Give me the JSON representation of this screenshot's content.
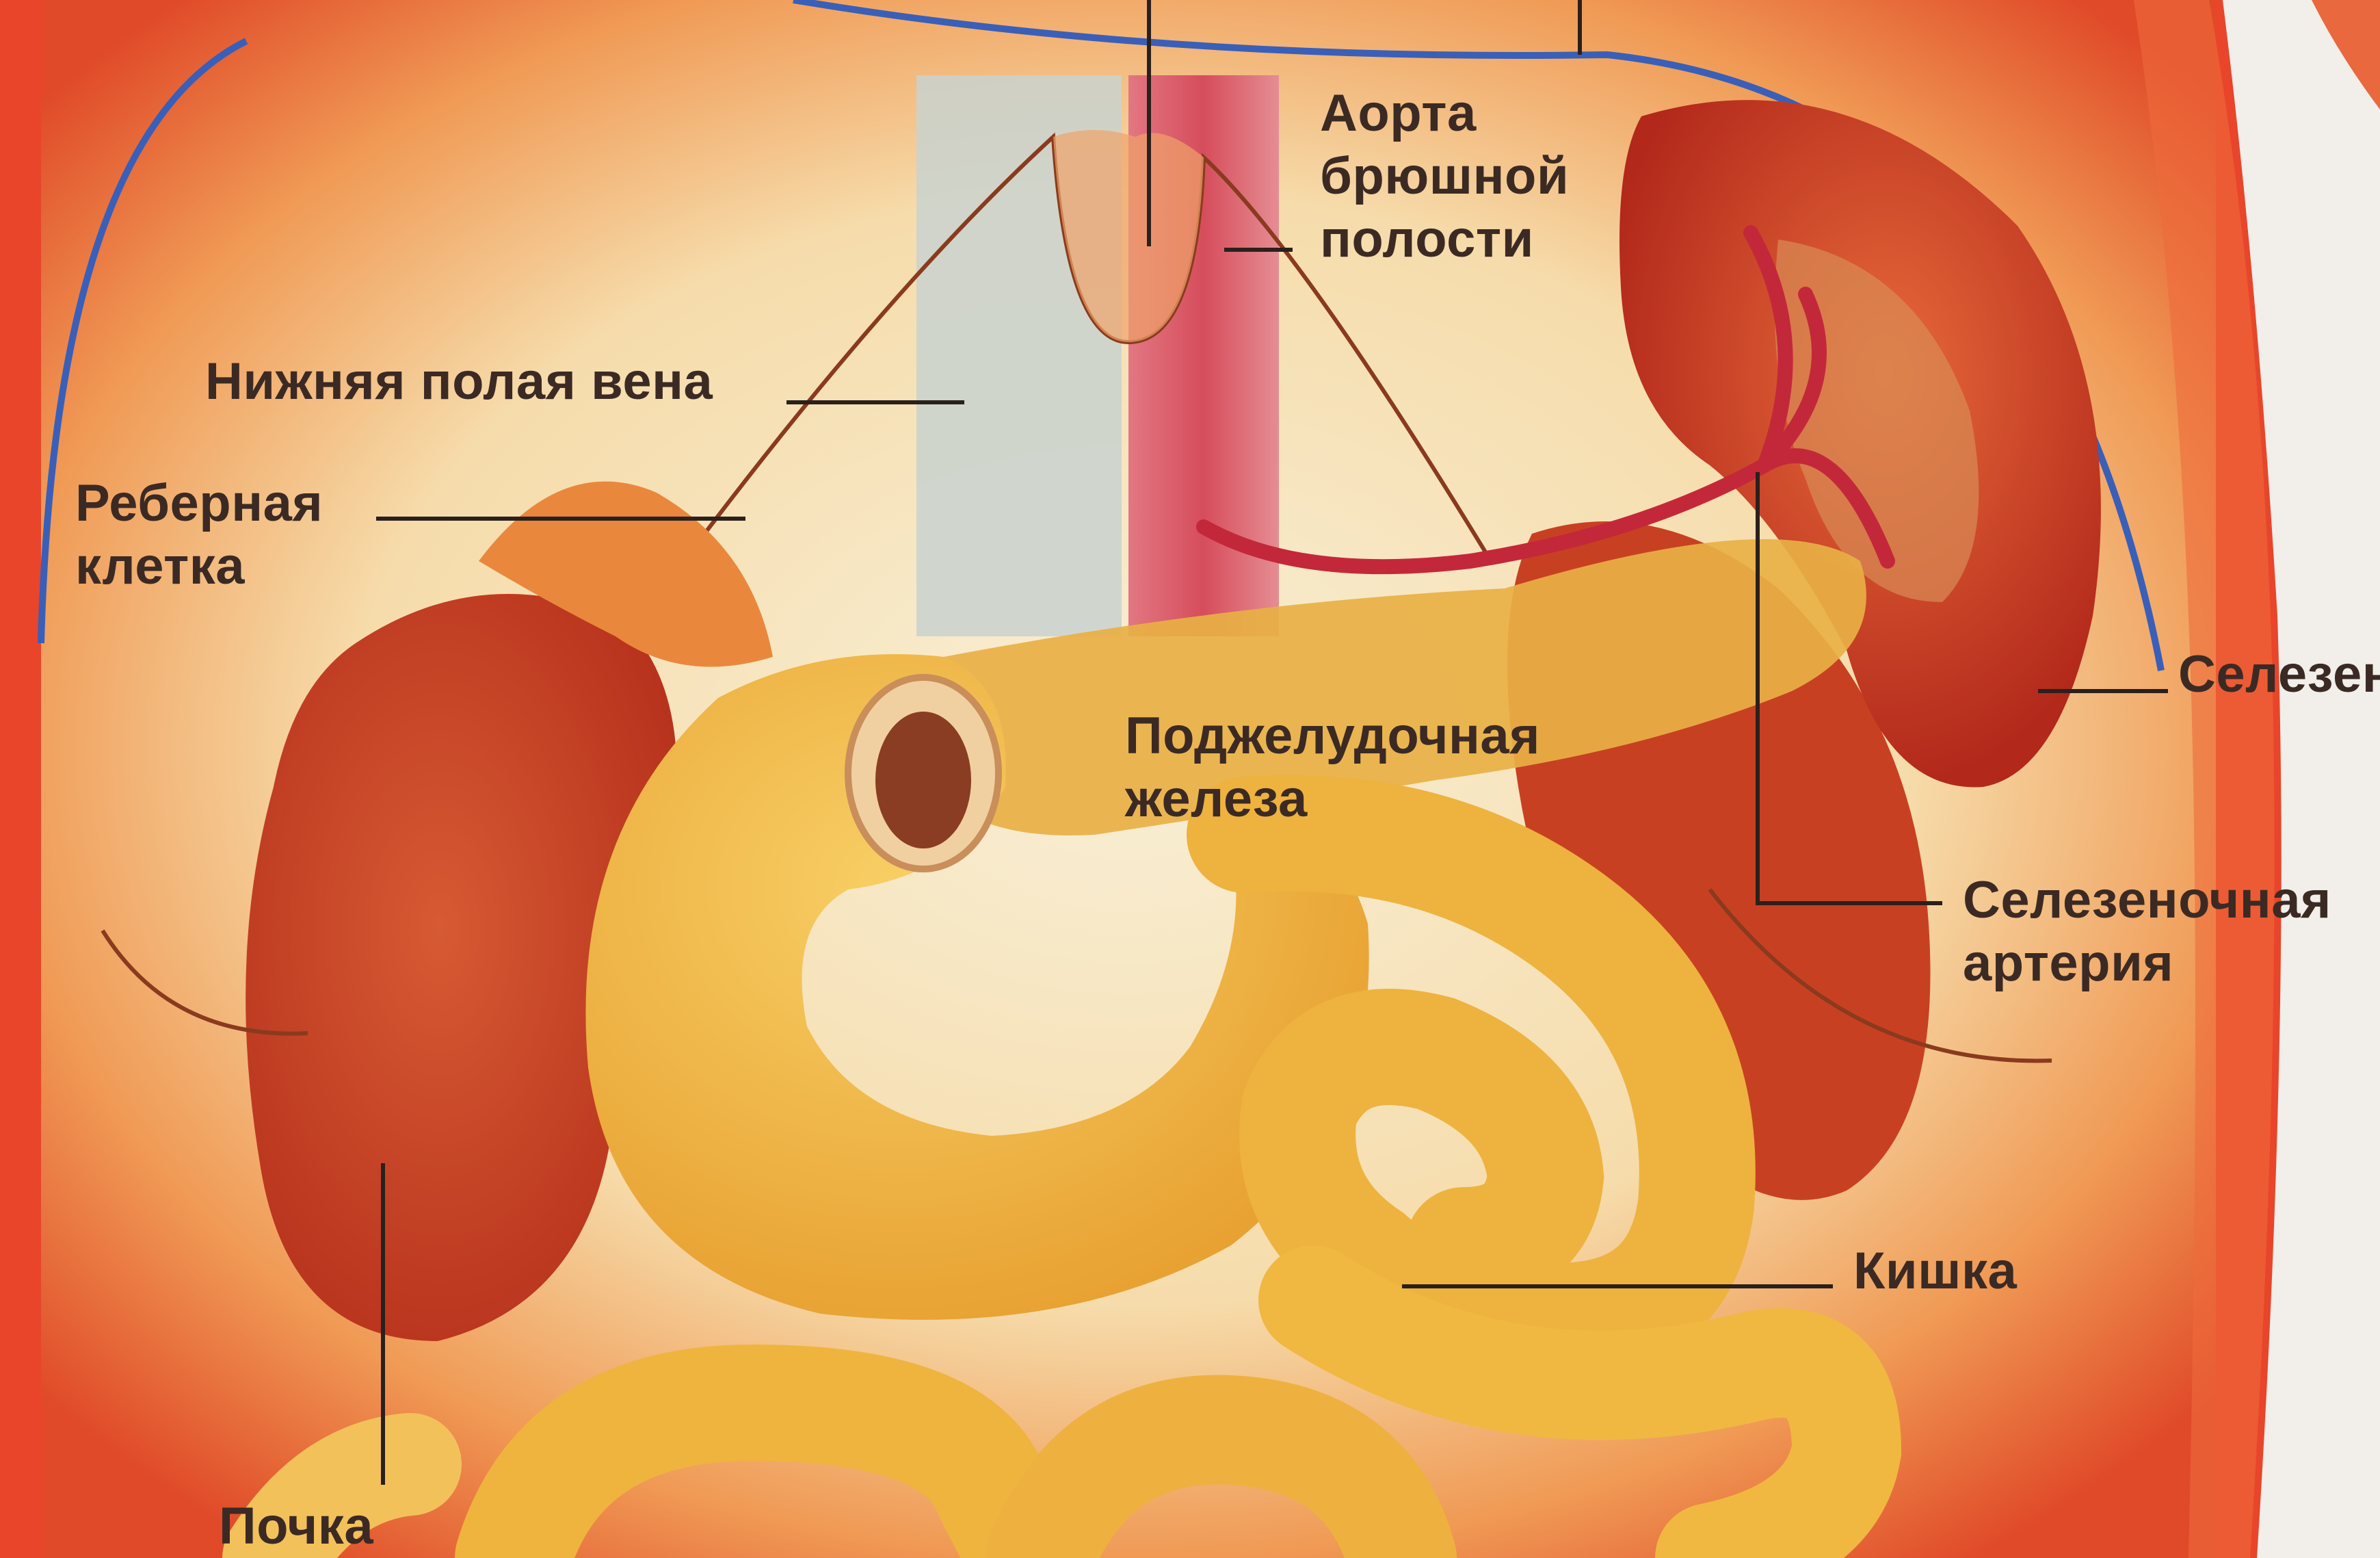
{
  "labels": {
    "aorta": [
      "Аорта",
      "брюшной",
      "полости"
    ],
    "vena_cava": "Нижняя полая вена",
    "rib_cage": [
      "Реберная",
      "клетка"
    ],
    "pancreas": [
      "Поджелудочная",
      "железа"
    ],
    "spleen": "Селезен",
    "splenic_artery": [
      "Селезеночная",
      "артерия"
    ],
    "intestine": "Кишка",
    "kidney": "Почка"
  },
  "colors": {
    "skin_outer": "#e8452a",
    "skin_inner": "#f6dfb6",
    "kidney": "#c94425",
    "spleen": "#c43a24",
    "pancreas": "#e3a63a",
    "intestine": "#f0b640",
    "aorta": "#d84c5a",
    "vena_cava": "#c9cfcf",
    "rib_line": "#3a5fb8",
    "leader_line": "#2a201c"
  }
}
